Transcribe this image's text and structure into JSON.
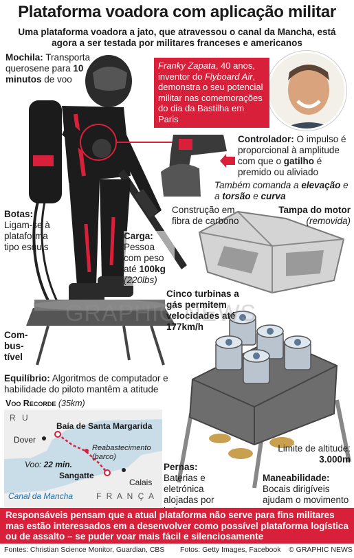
{
  "header": {
    "title": "Plataforma voadora com aplicação militar",
    "subtitle": "Uma plataforma voadora a jato, que atravessou o canal da Mancha, está agora a ser testada por militares franceses e americanos"
  },
  "labels": {
    "mochila": {
      "title": "Mochila:",
      "text1": " Transporta querosene para ",
      "bold": "10 minutos",
      "text2": " de voo"
    },
    "quote": {
      "name": "Franky Zapata",
      "mid1": ", 40 anos, inventor do ",
      "device": "Flyboard Air",
      "rest": ", demonstra o seu potencial militar nas comemorações do dia da Bastilha em Paris"
    },
    "controlador": {
      "title": "Controlador:",
      "text1": " O impulso é proporcional à amplitude com que o ",
      "bold": "gatilho",
      "text2": " é premido ou aliviado"
    },
    "comanda": {
      "t1": "Também comanda a ",
      "b1": "elevação",
      "t2": " e a ",
      "b2": "torsão",
      "t3": " e ",
      "b3": "curva"
    },
    "construcao": "Construção em fibra de carbono",
    "tampa": {
      "title": "Tampa do motor",
      "note": "(removida)"
    },
    "botas": {
      "title": "Botas:",
      "text": " Ligam-se à plataforma tipo esquis"
    },
    "carga": {
      "title": "Carga:",
      "text": " Pessoa com peso até ",
      "bold": "100kg",
      "note": "(220lbs)"
    },
    "turbinas": "Cinco turbinas a gás permitem velocidades até 177km/h",
    "combustivel": "Com-bus-tível",
    "equilibrio": {
      "title": "Equilíbrio:",
      "text": " Algoritmos de computador e habilidade do piloto mantêm a atitude"
    },
    "altitude": {
      "text": "Limite de altitude:",
      "bold": "3.000m"
    },
    "pernas": {
      "title": "Pernas:",
      "text": " Baterias e eletrónica alojadas por baixo"
    },
    "manobra": {
      "title": "Maneabilidade:",
      "text": " Bocais dirigíveis ajudam o movimento"
    }
  },
  "map": {
    "heading": "Voo Recorde",
    "distance": "(35km)",
    "uk": "R U",
    "france": "F R A N Ç A",
    "bay": "Baía de Santa Margarida",
    "dover": "Dover",
    "refuel": "Reabastecimento",
    "boat": "(barco)",
    "flight_prefix": "Voo: ",
    "flight_time": "22 min.",
    "sangatte": "Sangatte",
    "calais": "Calais",
    "channel": "Canal da Mancha"
  },
  "banner": "Responsáveis pensam que a atual plataforma não serve para fins militares mas estão interessados em a desenvolver como possível plataforma logística ou de assalto – se puder voar mais fácil e silenciosamente",
  "footer": {
    "sources": "Fontes: Christian Science Monitor, Guardian, CBS",
    "photos": "Fotos: Getty Images, Facebook",
    "credit": "© GRAPHIC NEWS"
  },
  "watermark": "GRAPHIC NEWS",
  "colors": {
    "accent": "#d8203a",
    "sea": "#c9dde9",
    "land": "#eeeeee",
    "route": "#d8203a"
  }
}
